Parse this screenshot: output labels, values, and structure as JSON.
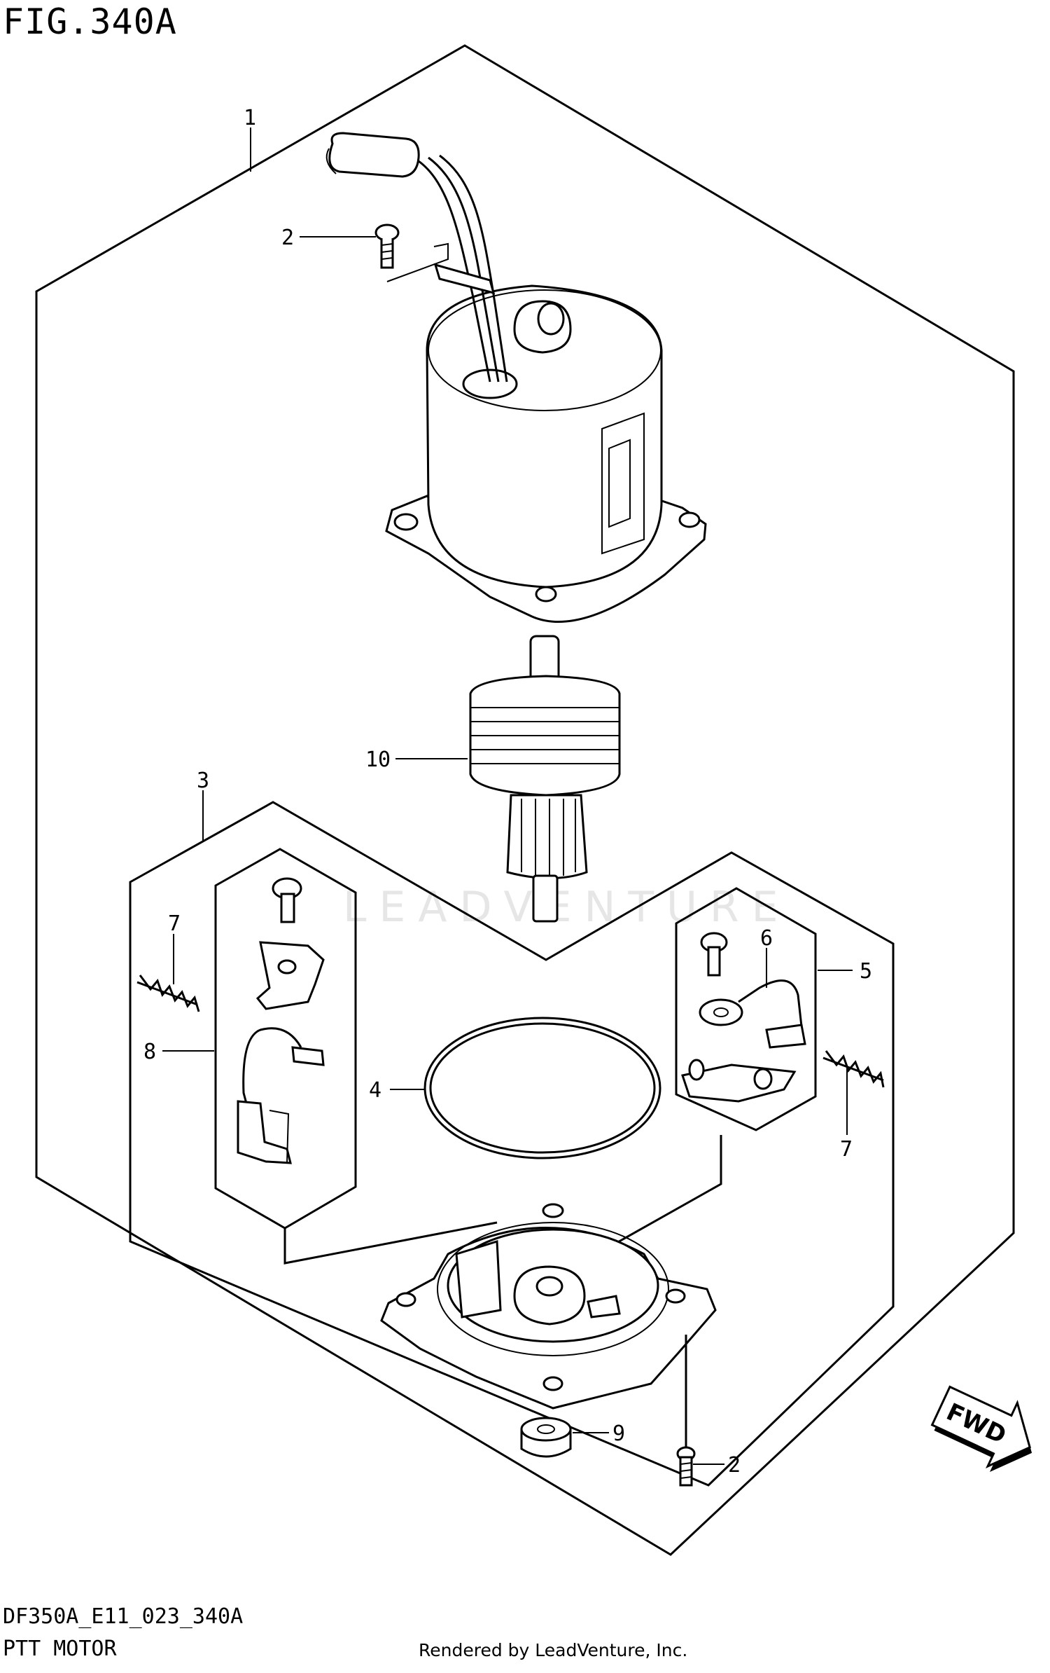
{
  "header": {
    "figure_title": "FIG.340A"
  },
  "footer": {
    "model_code": "DF350A_E11_023_340A",
    "diagram_name": "PTT MOTOR",
    "render_credit": "Rendered by LeadVenture, Inc."
  },
  "watermark": {
    "text": "LEADVENTURE"
  },
  "callouts": {
    "c1": "1",
    "c2a": "2",
    "c2b": "2",
    "c3": "3",
    "c4": "4",
    "c5": "5",
    "c6": "6",
    "c7a": "7",
    "c7b": "7",
    "c8": "8",
    "c9": "9",
    "c10": "10"
  },
  "direction_badge": {
    "label": "FWD"
  }
}
